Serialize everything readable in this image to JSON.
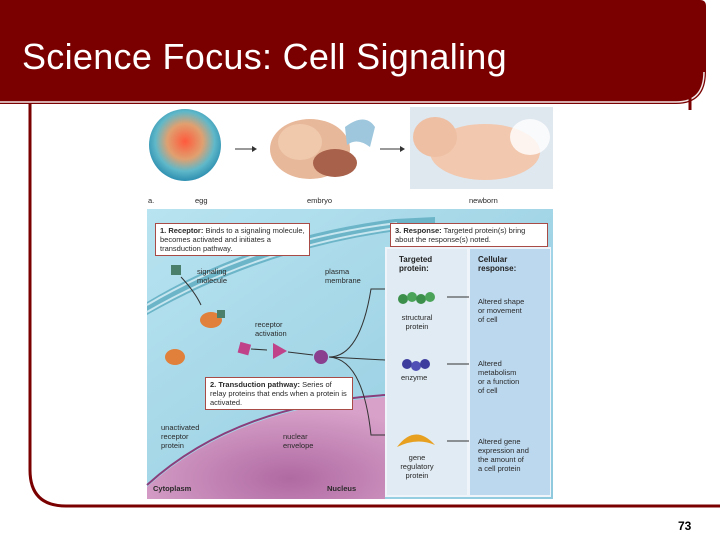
{
  "slide": {
    "title": "Science Focus: Cell Signaling",
    "page_number": "73"
  },
  "figure": {
    "panel_letter": "a.",
    "photo_labels": {
      "egg": "egg",
      "embryo": "embryo",
      "newborn": "newborn"
    },
    "receptor_box": {
      "heading": "1. Receptor:",
      "text": "Binds to a signaling molecule, becomes activated and initiates a transduction pathway."
    },
    "response_box": {
      "heading": "3. Response:",
      "text": "Targeted protein(s) bring about the response(s) noted."
    },
    "transduction_box": {
      "heading": "2. Transduction pathway:",
      "text": "Series of relay proteins that ends when a protein is activated."
    },
    "labels": {
      "signaling_molecule": "signaling\nmolecule",
      "plasma_membrane": "plasma\nmembrane",
      "receptor_activation": "receptor\nactivation",
      "unactivated_receptor": "unactivated\nreceptor\nprotein",
      "nuclear_envelope": "nuclear\nenvelope",
      "cytoplasm": "Cytoplasm",
      "nucleus": "Nucleus"
    },
    "columns": {
      "targeted": "Targeted\nprotein:",
      "cellular": "Cellular\nresponse:"
    },
    "rows": [
      {
        "protein": "structural\nprotein",
        "response": "Altered shape\nor movement\nof cell"
      },
      {
        "protein": "enzyme",
        "response": "Altered\nmetabolism\nor a function\nof cell"
      },
      {
        "protein": "gene\nregulatory\nprotein",
        "response": "Altered gene\nexpression and\nthe amount of\na cell protein"
      }
    ],
    "colors": {
      "header": "#7a0000",
      "border": "#7a0000",
      "cytoplasm": "#9fd3e6",
      "nucleus": "#c98ab8",
      "response_panel": "#bcd8ef"
    }
  }
}
